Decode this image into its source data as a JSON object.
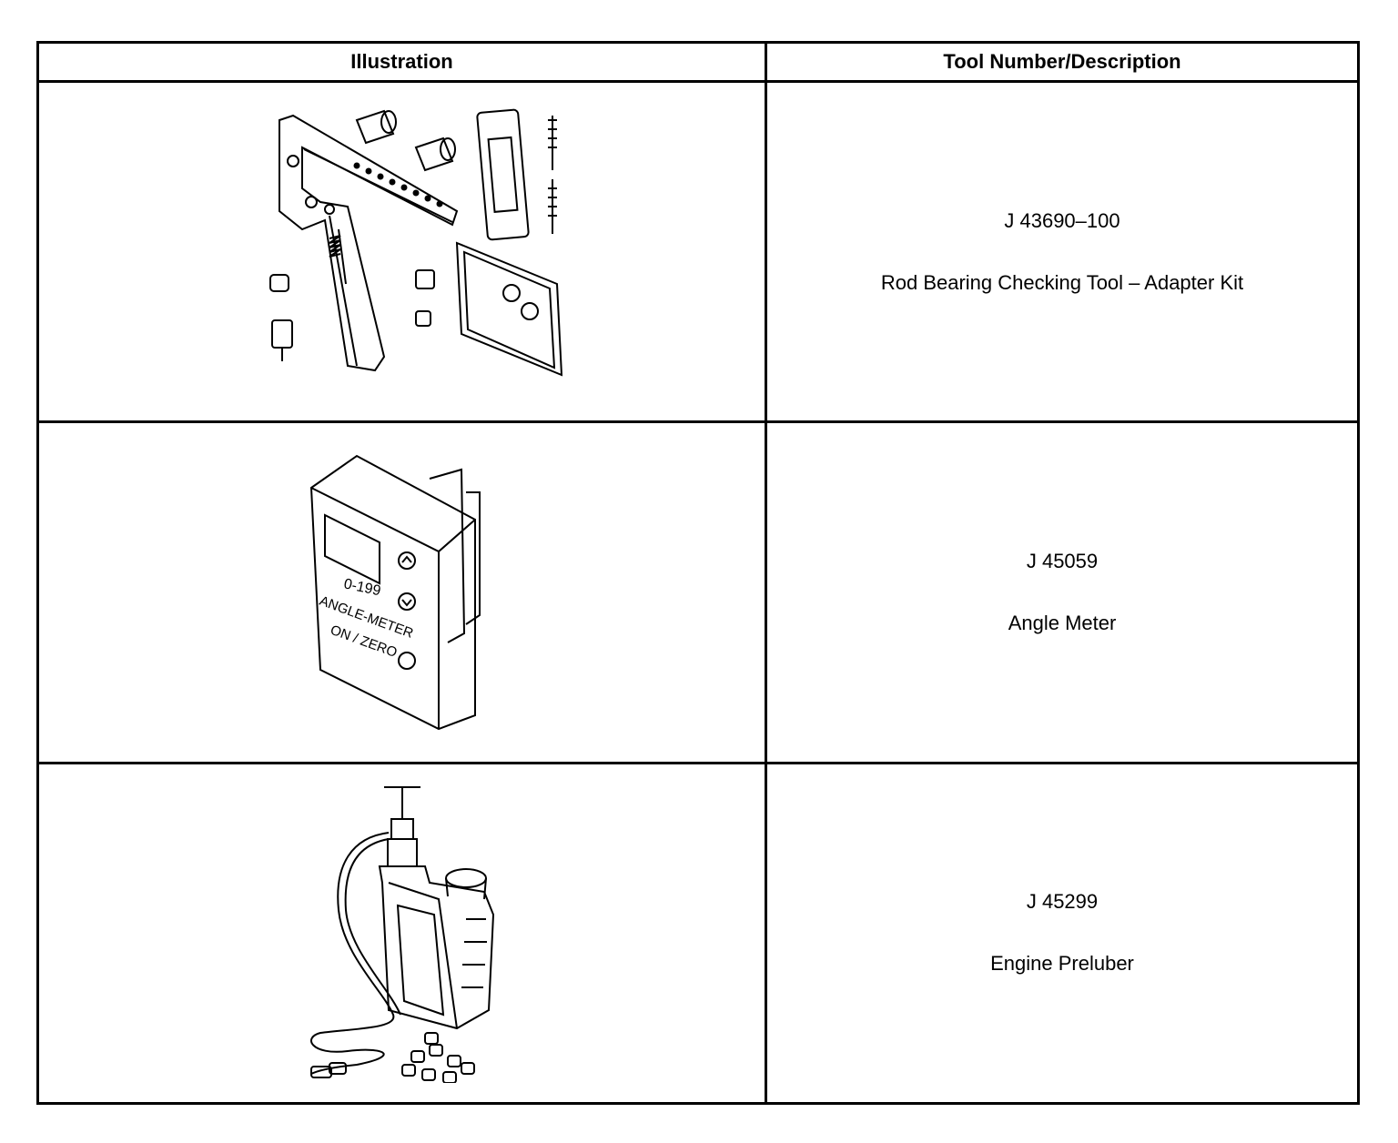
{
  "table": {
    "headers": {
      "illustration": "Illustration",
      "tool": "Tool Number/Description"
    },
    "rows": [
      {
        "number": "J 43690–100",
        "description": "Rod Bearing Checking Tool – Adapter Kit",
        "icon": "adapter-kit-illustration"
      },
      {
        "number": "J 45059",
        "description": "Angle Meter",
        "icon": "angle-meter-illustration",
        "device_labels": {
          "range": "0-199",
          "name": "ANGLE-METER",
          "button": "ON / ZERO"
        }
      },
      {
        "number": "J 45299",
        "description": "Engine Preluber",
        "icon": "engine-preluber-illustration"
      }
    ]
  }
}
